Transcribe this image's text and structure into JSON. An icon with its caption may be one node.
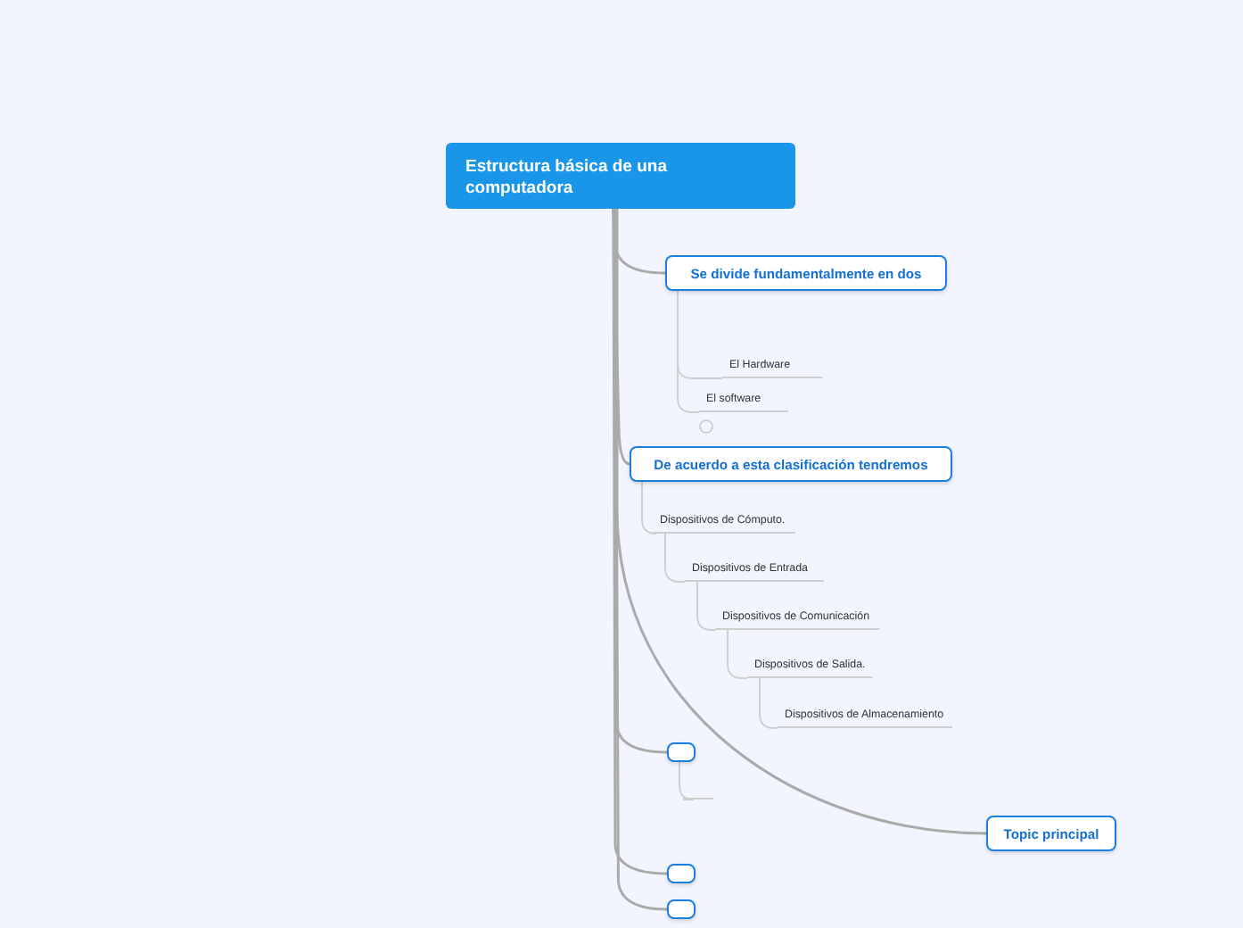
{
  "diagram": {
    "nodes": [
      {
        "text": [
          "Estructura básica de una computadora"
        ]
      },
      {
        "text": [
          "Se divide fundamentalmente en dos"
        ]
      },
      {
        "text": [
          "El Hardware"
        ]
      },
      {
        "text": [
          "El software"
        ]
      },
      {
        "text": [
          "De acuerdo a esta clasificación tendremos"
        ]
      },
      {
        "text": [
          "Dispositivos de Cómputo."
        ]
      },
      {
        "text": [
          "Dispositivos de Entrada"
        ]
      },
      {
        "text": [
          "Dispositivos de Comunicación"
        ]
      },
      {
        "text": [
          "Dispositivos de Salida."
        ]
      },
      {
        "text": [
          "Dispositivos de Almacenamiento"
        ]
      },
      {
        "text": [],
        "shape": "box"
      },
      {
        "text": [],
        "shape": "line"
      },
      {
        "text": [
          "Topic principal"
        ]
      },
      {
        "text": [],
        "shape": "box"
      },
      {
        "text": [],
        "shape": "box"
      }
    ],
    "edges": [
      {
        "from": 0,
        "to": 1,
        "arrow": "none"
      },
      {
        "from": 1,
        "to": 2,
        "arrow": "none",
        "color": "#d0d0d0"
      },
      {
        "from": 1,
        "to": 3,
        "arrow": "none",
        "color": "#d0d0d0"
      },
      {
        "from": 0,
        "to": 4,
        "arrow": "none"
      },
      {
        "from": 4,
        "to": 5,
        "arrow": "none",
        "color": "#d0d0d0"
      },
      {
        "from": 5,
        "to": 6,
        "arrow": "none",
        "color": "#d0d0d0"
      },
      {
        "from": 6,
        "to": 7,
        "arrow": "none",
        "color": "#d0d0d0"
      },
      {
        "from": 7,
        "to": 8,
        "arrow": "none",
        "color": "#d0d0d0"
      },
      {
        "from": 8,
        "to": 9,
        "arrow": "none",
        "color": "#d0d0d0"
      },
      {
        "from": 0,
        "to": 10,
        "arrow": "none"
      },
      {
        "from": 10,
        "to": 11,
        "arrow": "none",
        "color": "#d0d0d0"
      },
      {
        "from": 0,
        "to": 12,
        "arrow": "none"
      },
      {
        "from": 0,
        "to": 13,
        "arrow": "none"
      },
      {
        "from": 0,
        "to": 14,
        "arrow": "none"
      }
    ]
  }
}
